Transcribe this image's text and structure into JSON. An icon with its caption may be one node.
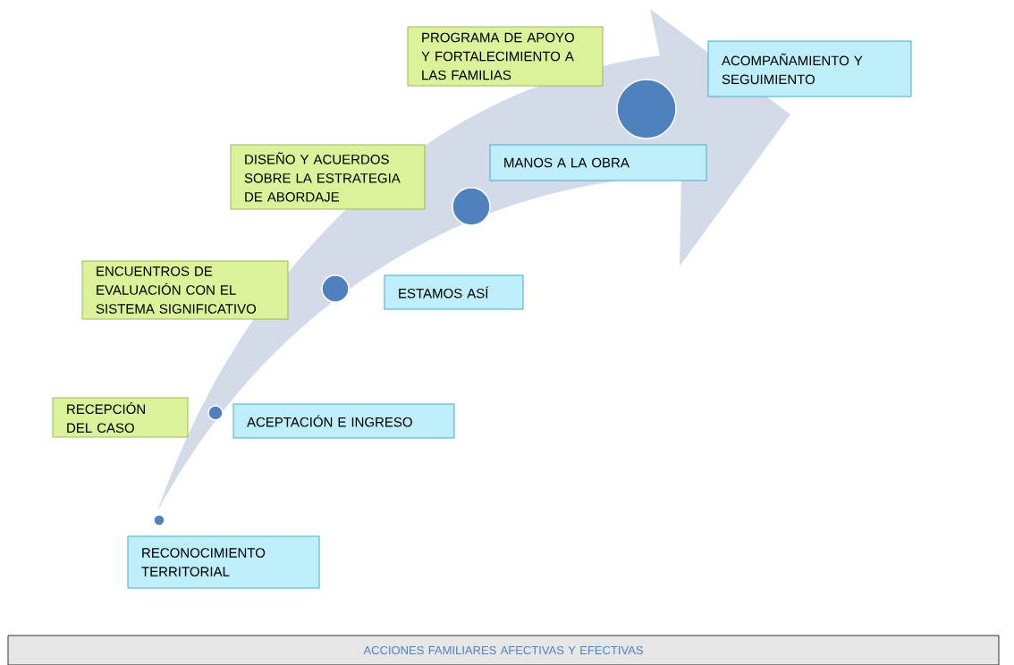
{
  "diagram": {
    "nodes": [
      {
        "text": [
          "PROGRAMA DE APOYO Y FORTALECIMIENTO A LAS FAMILIAS"
        ]
      },
      {
        "text": [
          "ACOMPAÑAMIENTO Y SEGUIMIENTO"
        ]
      },
      {
        "text": [],
        "shape": "circle"
      },
      {
        "text": [
          "DISEÑO Y ACUERDOS SOBRE LA ESTRATEGIA DE ABORDAJE"
        ]
      },
      {
        "text": [
          "MANOS A LA OBRA"
        ]
      },
      {
        "text": [],
        "shape": "circle"
      },
      {
        "text": [
          "ENCUENTROS DE EVALUACIÓN CON EL SISTEMA SIGNIFICATIVO"
        ]
      },
      {
        "text": [],
        "shape": "circle"
      },
      {
        "text": [
          "ESTAMOS ASÍ"
        ]
      },
      {
        "text": [
          "RECEPCIÓN DEL CASO"
        ]
      },
      {
        "text": [],
        "shape": "circle"
      },
      {
        "text": [
          "ACEPTACIÓN E INGRESO"
        ]
      },
      {
        "text": [],
        "shape": "circle"
      },
      {
        "text": [
          "RECONOCIMIENTO TERRITORIAL"
        ]
      },
      {
        "text": [
          "ACCIONES FAMILIARES AFECTIVAS Y EFECTIVAS"
        ]
      }
    ]
  }
}
